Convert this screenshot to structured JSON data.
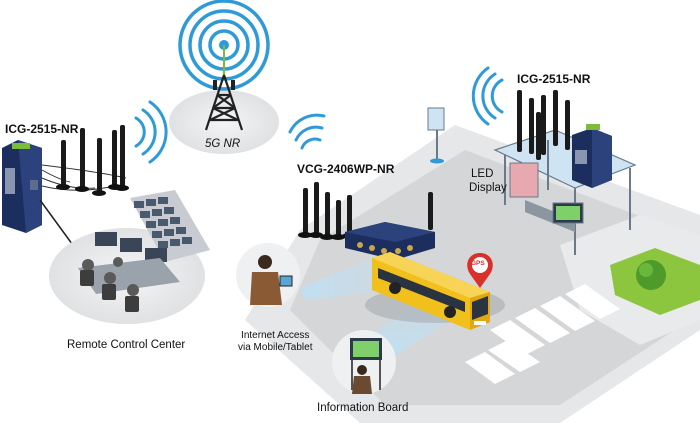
{
  "labels": {
    "icg_left": "ICG-2515-NR",
    "icg_right": "ICG-2515-NR",
    "tower": "5G NR",
    "vcg": "VCG-2406WP-NR",
    "led_line1": "LED",
    "led_line2": "Display",
    "internet_line1": "Internet Access",
    "internet_line2": "via Mobile/Tablet",
    "remote": "Remote Control Center",
    "info_board": "Information Board",
    "gps": "GPS"
  },
  "colors": {
    "device_navy": "#1c2e5e",
    "signal_blue": "#2f9ad8",
    "bus_yellow": "#f2c01c",
    "road_gray": "#d4d6d8",
    "platform_gray": "#e9eaec",
    "grass_green": "#8cc63f",
    "gps_red": "#d9302c",
    "beam_blue": "#bfe0f3"
  },
  "icons": [
    "5g-tower-icon",
    "wifi-signal-icon",
    "router-device-icon",
    "antenna-icon",
    "bus-icon",
    "gps-pin-icon",
    "bus-shelter-icon",
    "tablet-user-icon",
    "information-board-icon",
    "control-center-icon"
  ]
}
